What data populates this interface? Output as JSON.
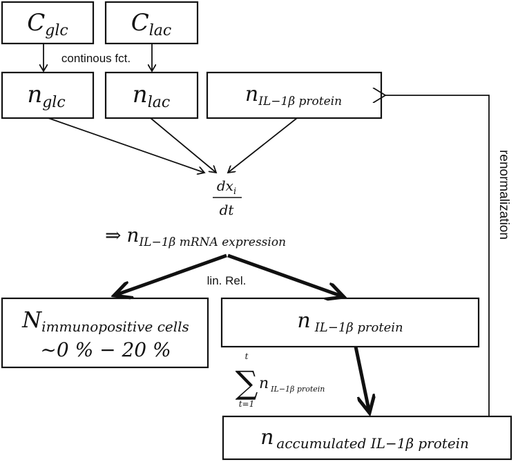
{
  "nodes": {
    "c_glc": {
      "base": "C",
      "sub": "glc"
    },
    "c_lac": {
      "base": "C",
      "sub": "lac"
    },
    "n_glc": {
      "base": "n",
      "sub": "glc"
    },
    "n_lac": {
      "base": "n",
      "sub": "lac"
    },
    "n_il1b_top": {
      "base": "n",
      "sub": "IL−1β protein"
    },
    "dxdt": {
      "num": "dx",
      "num_sub": "i",
      "den": "dt"
    },
    "mrna": {
      "prefix": "⇒",
      "base": "n",
      "sub": "IL−1β mRNA expression"
    },
    "immuno": {
      "base": "N",
      "sub": "immunopositive cells",
      "range": "~0 % − 20 %"
    },
    "n_il1b_mid": {
      "base": "n",
      "sub": "IL−1β protein"
    },
    "sum": {
      "symbol": "∑",
      "upper": "t",
      "lower": "t=1",
      "term": "n",
      "term_sub": "IL−1β protein"
    },
    "accumulated": {
      "base": "n",
      "sub": "accumulated IL−1β protein"
    }
  },
  "labels": {
    "continuous": "continous fct.",
    "linrel": "lin. Rel.",
    "renorm": "renormalization"
  },
  "colors": {
    "stroke": "#111111",
    "background": "#ffffff"
  }
}
